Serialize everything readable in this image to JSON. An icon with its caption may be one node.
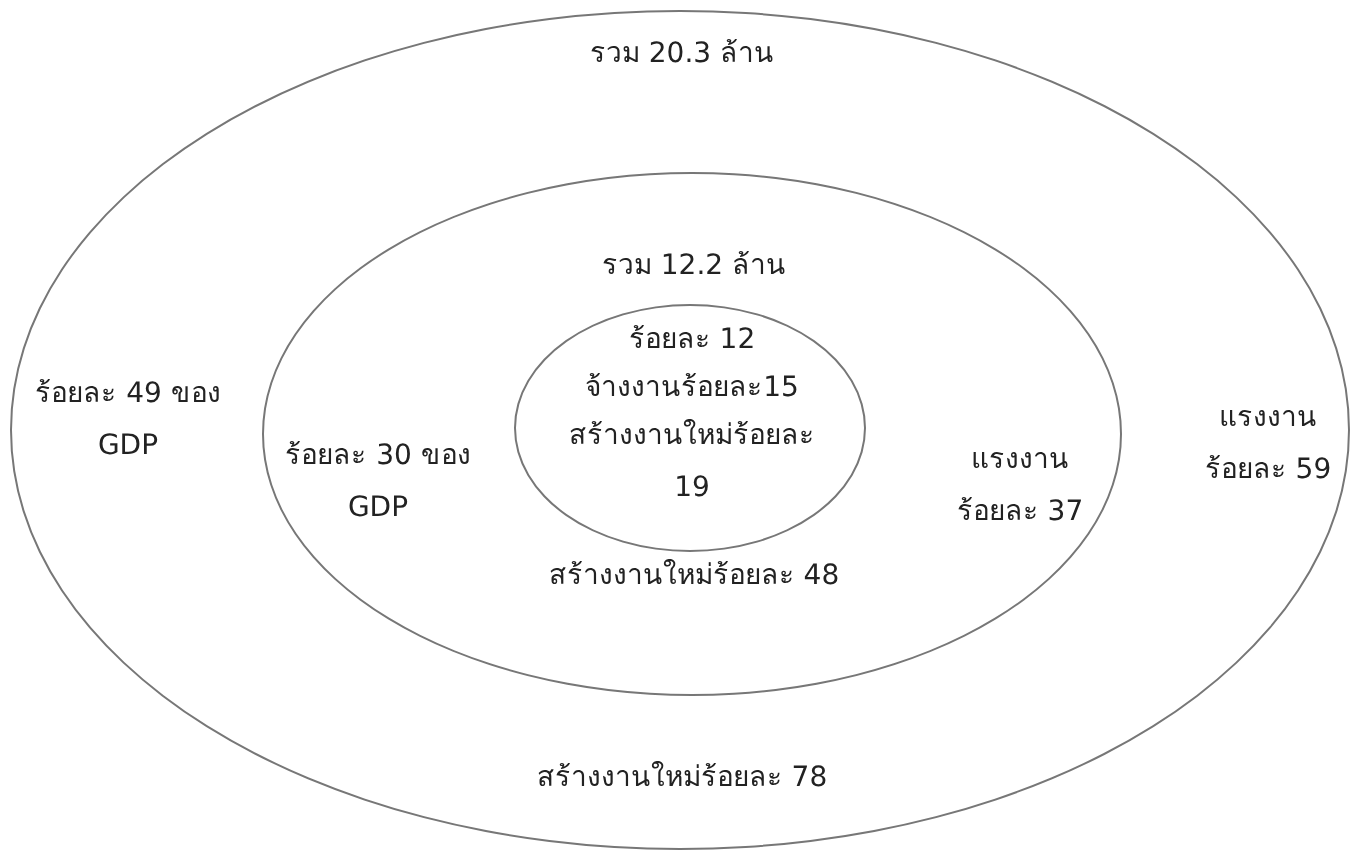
{
  "diagram": {
    "nodes": [
      {
        "text": [
          "รวม 20.3 ล้าน",
          "ร้อยละ 49 ของ GDP",
          "แรงงานร้อยละ 59",
          "สร้างงานใหม่ร้อยละ 78"
        ]
      },
      {
        "text": [
          "รวม 12.2 ล้าน",
          "ร้อยละ 30 ของ GDP",
          "แรงงานร้อยละ 37",
          "สร้างงานใหม่ร้อยละ 48"
        ],
        "in": 0
      },
      {
        "text": [
          "ร้อยละ 12",
          "จ้างงานร้อยละ15",
          "สร้างงานใหม่ร้อยละ 19"
        ],
        "in": 1
      }
    ]
  }
}
